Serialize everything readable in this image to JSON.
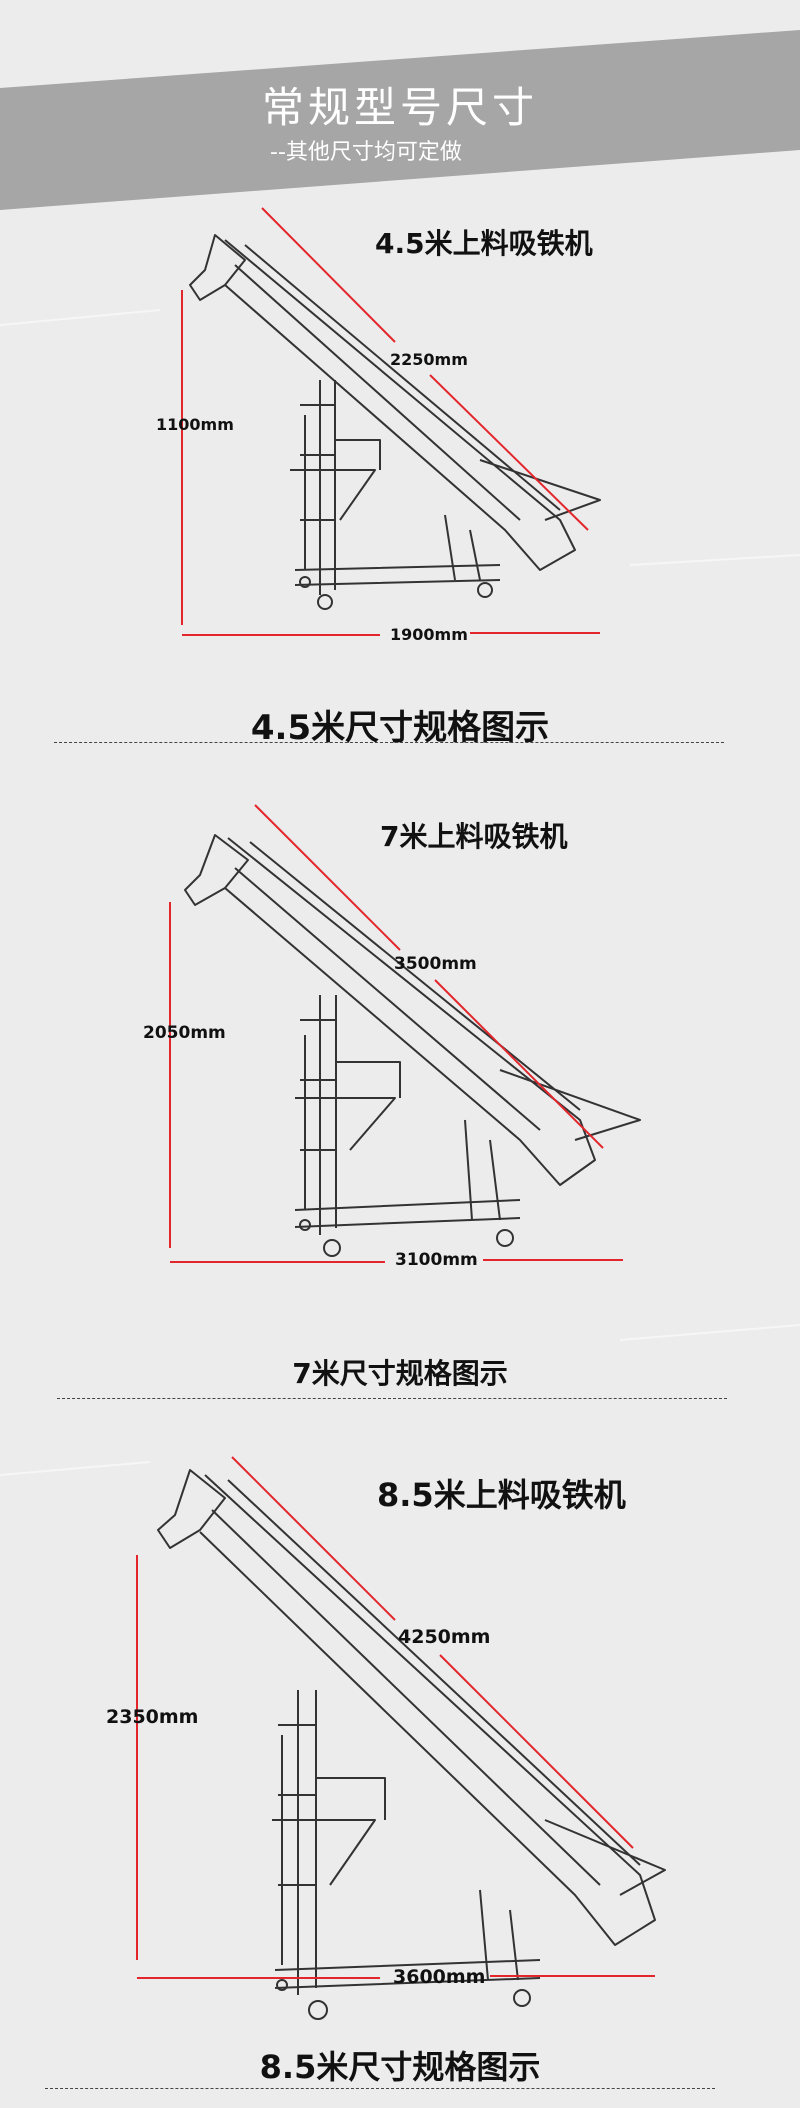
{
  "header": {
    "title": "常规型号尺寸",
    "subtitle": "--其他尺寸均可定做"
  },
  "sections": [
    {
      "model": "4.5米上料吸铁机",
      "length": "2250mm",
      "height": "1100mm",
      "width": "1900mm",
      "caption": "4.5米尺寸规格图示"
    },
    {
      "model": "7米上料吸铁机",
      "length": "3500mm",
      "height": "2050mm",
      "width": "3100mm",
      "caption": "7米尺寸规格图示"
    },
    {
      "model": "8.5米上料吸铁机",
      "length": "4250mm",
      "height": "2350mm",
      "width": "3600mm",
      "caption": "8.5米尺寸规格图示"
    }
  ],
  "colors": {
    "banner": "#a6a6a6",
    "background": "#ececec",
    "dimension_line": "#e3262b",
    "drawing_line": "#333333"
  }
}
